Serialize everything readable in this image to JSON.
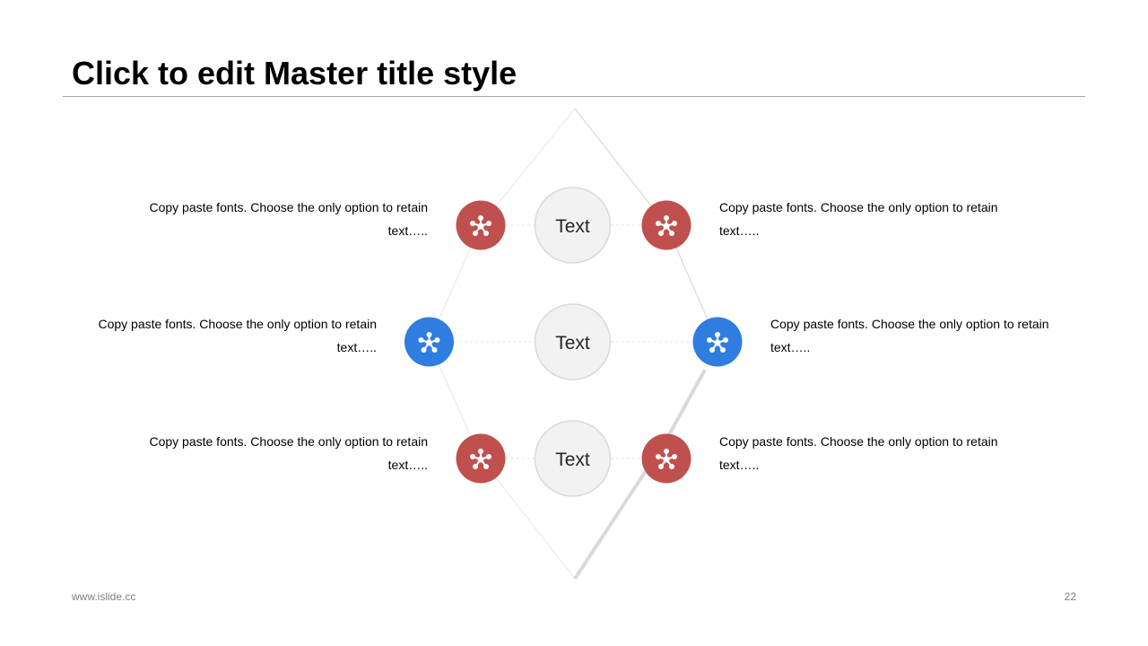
{
  "slide": {
    "title": "Click to edit Master title style",
    "footer_url": "www.islide.cc",
    "page_number": "22"
  },
  "diagram": {
    "center_nodes": [
      {
        "label": "Text"
      },
      {
        "label": "Text"
      },
      {
        "label": "Text"
      }
    ],
    "items": [
      {
        "text": "Copy paste fonts. Choose the only option to retain text…..",
        "color": "#c0504d",
        "icon": "network-icon"
      },
      {
        "text": "Copy paste fonts. Choose the only option to retain text…..",
        "color": "#c0504d",
        "icon": "network-icon"
      },
      {
        "text": "Copy paste fonts. Choose the only option to retain text…..",
        "color": "#2f7de1",
        "icon": "network-icon"
      },
      {
        "text": "Copy paste fonts. Choose the only option to retain text…..",
        "color": "#2f7de1",
        "icon": "network-icon"
      },
      {
        "text": "Copy paste fonts. Choose the only option to retain text…..",
        "color": "#c0504d",
        "icon": "network-icon"
      },
      {
        "text": "Copy paste fonts. Choose the only option to retain text…..",
        "color": "#c0504d",
        "icon": "network-icon"
      }
    ],
    "colors": {
      "center_fill": "#f2f2f2",
      "center_stroke": "#d9d9d9",
      "outline": "#d9d9d9"
    }
  }
}
